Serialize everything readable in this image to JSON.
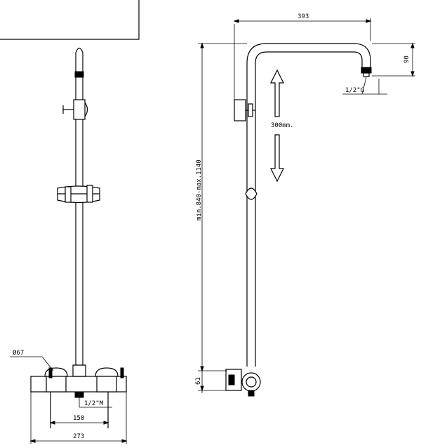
{
  "dimensions": {
    "arm_reach": "393",
    "head_drop": "90",
    "head_thread": "1/2\"G",
    "slide_travel": "300mm.",
    "height_range": "min.840-max.1140",
    "mixer_height": "61",
    "knob_diameter": "Ø67",
    "inlet_thread": "1/2\"M",
    "inlet_spacing": "150",
    "overall_width": "273"
  }
}
